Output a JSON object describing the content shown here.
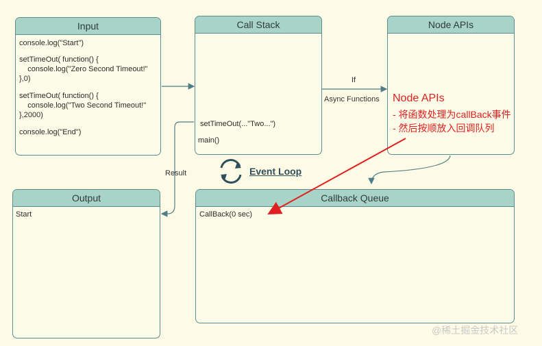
{
  "panels": {
    "input": {
      "title": "Input",
      "lines": [
        "console.log(\"Start\")",
        "",
        "setTimeOut( function() {",
        "    console.log(\"Zero Second Timeout!\"",
        "},0)",
        "",
        "setTimeOut( function() {",
        "    console.log(\"Two Second Timeout!\"",
        "},2000)",
        "",
        "console.log(\"End\")"
      ]
    },
    "call_stack": {
      "title": "Call Stack",
      "item1": "setTimeOut(...\"Two...\")",
      "item2": "main()"
    },
    "node_apis": {
      "title": "Node APIs"
    },
    "output": {
      "title": "Output",
      "line1": "Start"
    },
    "callback_queue": {
      "title": "Callback Queue",
      "item1": "CallBack(0 sec)"
    }
  },
  "labels": {
    "if": "If",
    "async": "Async Functions",
    "result": "Result",
    "event_loop": "Event Loop"
  },
  "annotation": {
    "title": "Node APIs",
    "line1": "- 将函数处理为callBack事件",
    "line2": "- 然后按顺放入回调队列"
  },
  "watermark": "@稀土掘金技术社区",
  "colors": {
    "header": "#a8d4c7",
    "border": "#5b8c91",
    "annotation": "#e02020",
    "background": "#fdfbe6"
  }
}
